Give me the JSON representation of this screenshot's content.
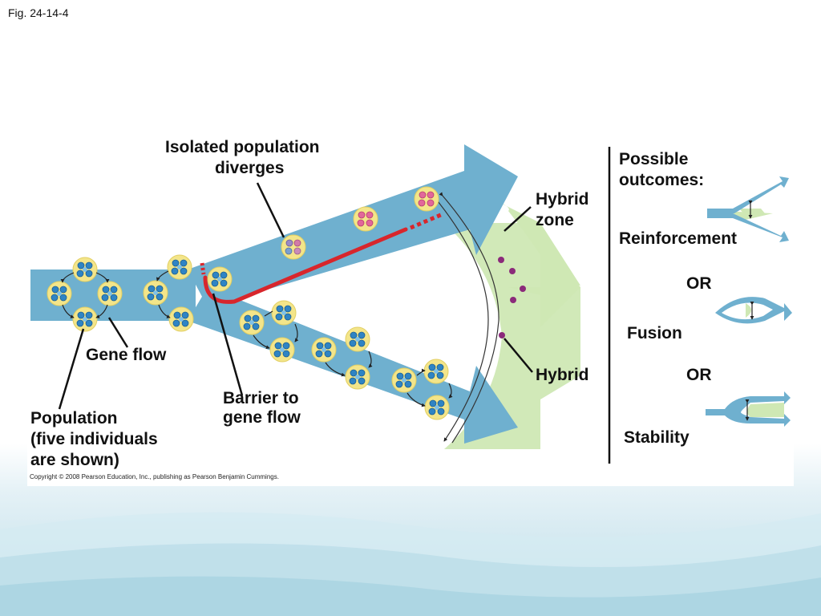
{
  "slide": {
    "label": "Fig. 24-14-4"
  },
  "figure": {
    "labels": {
      "isolated_population": "Isolated population diverges",
      "isolated_line1": "Isolated population",
      "isolated_line2": "diverges",
      "hybrid_zone_line1": "Hybrid",
      "hybrid_zone_line2": "zone",
      "gene_flow": "Gene flow",
      "barrier_line1": "Barrier to",
      "barrier_line2": "gene flow",
      "population_line1": "Population",
      "population_line2": "(five individuals",
      "population_line3": "are shown)",
      "hybrid": "Hybrid"
    },
    "outcomes": {
      "heading_line1": "Possible",
      "heading_line2": "outcomes:",
      "reinforcement": "Reinforcement",
      "or_1": "OR",
      "fusion": "Fusion",
      "or_2": "OR",
      "stability": "Stability"
    },
    "copyright": "Copyright © 2008 Pearson Education, Inc., publishing as Pearson Benjamin Cummings."
  },
  "colors": {
    "arrow_blue": "#6fb0cf",
    "hybrid_zone_green": "#cfe8b4",
    "barrier_red": "#d8262c",
    "individual_yellow": "#f3e58a",
    "cell_blue": "#2f84c4",
    "diverged_pink": "#e2679a",
    "hybrid_purple": "#8b2a7a"
  },
  "icons": [
    "population-individual-icon",
    "hybrid-individual-icon",
    "outcome-reinforcement-icon",
    "outcome-fusion-icon",
    "outcome-stability-icon"
  ]
}
